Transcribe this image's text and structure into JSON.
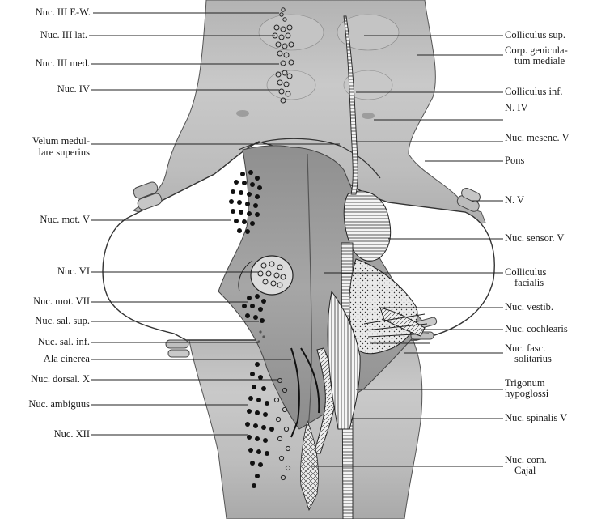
{
  "labels_left": [
    {
      "key": "nuc_iii_ew",
      "text": "Nuc. III E-W."
    },
    {
      "key": "nuc_iii_lat",
      "text": "Nuc. III lat."
    },
    {
      "key": "nuc_iii_med",
      "text": "Nuc. III med."
    },
    {
      "key": "nuc_iv",
      "text": "Nuc. IV"
    },
    {
      "key": "velum_1",
      "text": "Velum medul-"
    },
    {
      "key": "velum_2",
      "text": "lare superius"
    },
    {
      "key": "nuc_mot_v",
      "text": "Nuc. mot. V"
    },
    {
      "key": "nuc_vi",
      "text": "Nuc. VI"
    },
    {
      "key": "nuc_mot_vii",
      "text": "Nuc. mot. VII"
    },
    {
      "key": "nuc_sal_sup",
      "text": "Nuc. sal. sup."
    },
    {
      "key": "nuc_sal_inf",
      "text": "Nuc. sal. inf."
    },
    {
      "key": "ala_cinerea",
      "text": "Ala cinerea"
    },
    {
      "key": "nuc_dorsal_x",
      "text": "Nuc. dorsal. X"
    },
    {
      "key": "nuc_ambiguus",
      "text": "Nuc. ambiguus"
    },
    {
      "key": "nuc_xii",
      "text": "Nuc. XII"
    }
  ],
  "labels_right": [
    {
      "key": "colliculus_sup",
      "text": "Colliculus sup."
    },
    {
      "key": "corp_gen_1",
      "text": "Corp. genicula-"
    },
    {
      "key": "corp_gen_2",
      "text": "tum mediale"
    },
    {
      "key": "colliculus_inf",
      "text": "Colliculus inf."
    },
    {
      "key": "n_iv",
      "text": "N. IV"
    },
    {
      "key": "nuc_mesenc_v",
      "text": "Nuc. mesenc. V"
    },
    {
      "key": "pons",
      "text": "Pons"
    },
    {
      "key": "n_v",
      "text": "N. V"
    },
    {
      "key": "nuc_sensor_v",
      "text": "Nuc. sensor. V"
    },
    {
      "key": "colliculus_1",
      "text": "Colliculus"
    },
    {
      "key": "colliculus_2",
      "text": "facialis"
    },
    {
      "key": "nuc_vestib",
      "text": "Nuc. vestib."
    },
    {
      "key": "nuc_cochlearis",
      "text": "Nuc. cochlearis"
    },
    {
      "key": "nuc_fasc_1",
      "text": "Nuc. fasc."
    },
    {
      "key": "nuc_fasc_2",
      "text": "solitarius"
    },
    {
      "key": "trigonum_1",
      "text": "Trigonum"
    },
    {
      "key": "trigonum_2",
      "text": "hypoglossi"
    },
    {
      "key": "nuc_spinalis_v",
      "text": "Nuc. spinalis V"
    },
    {
      "key": "nuc_com_1",
      "text": "Nuc. com."
    },
    {
      "key": "nuc_com_2",
      "text": "Cajal"
    }
  ],
  "colors": {
    "ink": "#1a1a1a",
    "tissue_light": "#cfcfcf",
    "tissue_mid": "#9a9a9a",
    "tissue_dark": "#6f6f6f",
    "background": "#ffffff"
  }
}
